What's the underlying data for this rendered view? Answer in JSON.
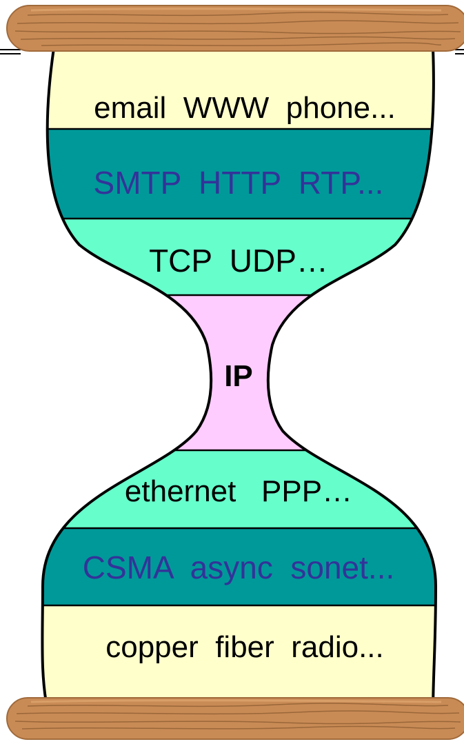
{
  "diagram": {
    "layers": [
      {
        "id": "applications",
        "label": "email  WWW  phone...",
        "fill": "#ffffcc",
        "text_color": "#000000"
      },
      {
        "id": "app-protocols",
        "label": "SMTP  HTTP  RTP...",
        "fill": "#009999",
        "text_color": "#333399"
      },
      {
        "id": "transport",
        "label": "TCP  UDP…",
        "fill": "#66ffcc",
        "text_color": "#000000"
      },
      {
        "id": "network",
        "label": "IP",
        "fill": "#ffccff",
        "text_color": "#000000"
      },
      {
        "id": "link",
        "label": "ethernet   PPP…",
        "fill": "#66ffcc",
        "text_color": "#000000"
      },
      {
        "id": "media-access",
        "label": "CSMA  async  sonet...",
        "fill": "#009999",
        "text_color": "#333399"
      },
      {
        "id": "physical",
        "label": "copper  fiber  radio...",
        "fill": "#ffffcc",
        "text_color": "#000000"
      }
    ],
    "colors": {
      "outline": "#000000",
      "wood": "#c98b56",
      "wood_grain": "#8a5a2e",
      "wood_highlight": "#e0a872"
    }
  }
}
